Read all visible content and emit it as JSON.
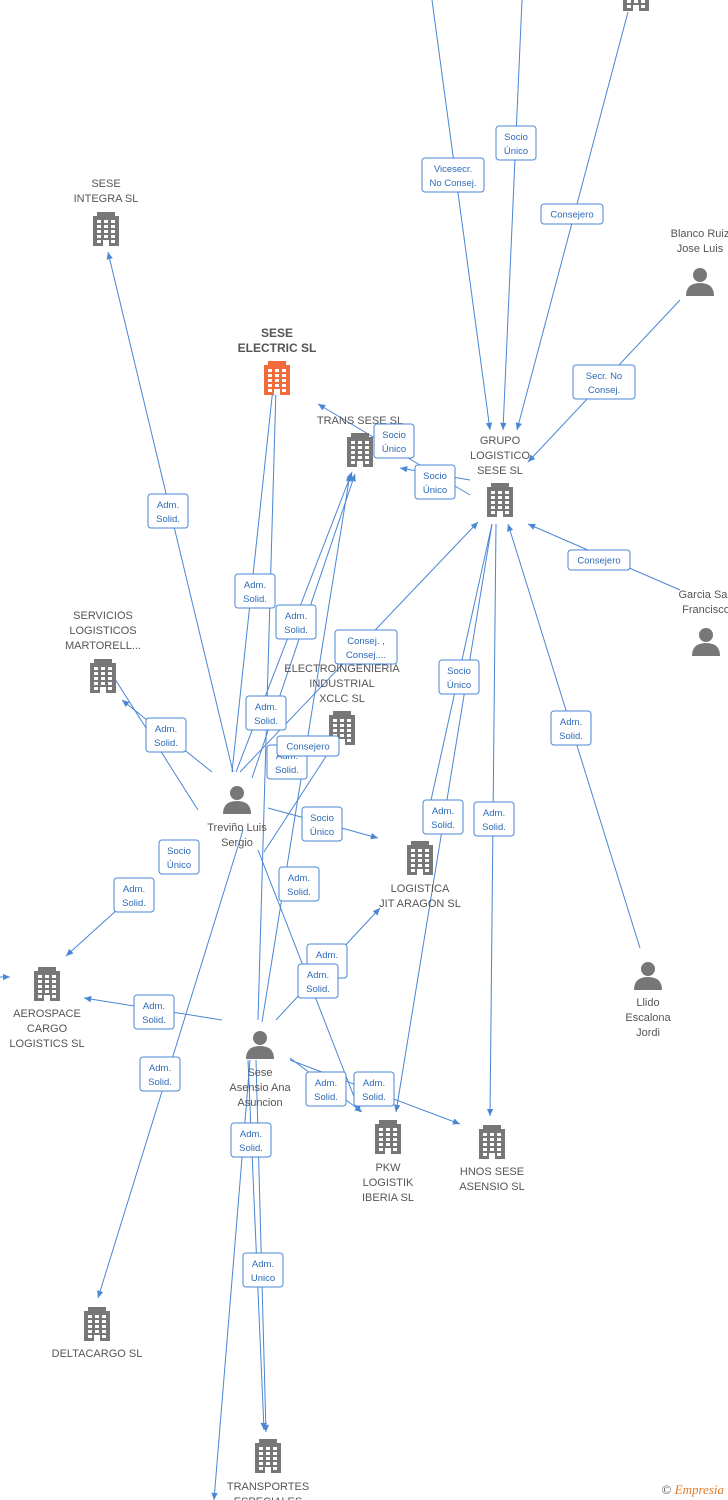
{
  "nodes": [
    {
      "id": "top1",
      "type": "company",
      "label": [],
      "highlight": false
    },
    {
      "id": "sese_integra",
      "type": "company",
      "label": [
        "SESE",
        "INTEGRA SL"
      ],
      "highlight": false
    },
    {
      "id": "sese_electric",
      "type": "company",
      "label": [
        "SESE",
        "ELECTRIC  SL"
      ],
      "highlight": true
    },
    {
      "id": "trans_sese",
      "type": "company",
      "label": [
        "TRANS SESE SL"
      ],
      "highlight": false
    },
    {
      "id": "grupo",
      "type": "company",
      "label": [
        "GRUPO",
        "LOGISTICO",
        "SESE SL"
      ],
      "highlight": false
    },
    {
      "id": "blanco",
      "type": "person",
      "label": [
        "Blanco Ruiz",
        "Jose Luis"
      ],
      "highlight": false
    },
    {
      "id": "garcia",
      "type": "person",
      "label": [
        "Garcia San",
        "Francisco"
      ],
      "highlight": false
    },
    {
      "id": "servicios",
      "type": "company",
      "label": [
        "SERVICIOS",
        "LOGISTICOS",
        "MARTORELL..."
      ],
      "highlight": false
    },
    {
      "id": "electro",
      "type": "company",
      "label": [
        "ELECTROINGENIERIA",
        "INDUSTRIAL",
        "XCLC SL"
      ],
      "highlight": false
    },
    {
      "id": "trevino",
      "type": "person",
      "label": [
        "Treviño Luis",
        "Sergio"
      ],
      "highlight": false
    },
    {
      "id": "logistica",
      "type": "company",
      "label": [
        "LOGISTICA",
        "JIT ARAGON SL"
      ],
      "highlight": false
    },
    {
      "id": "aerospace",
      "type": "company",
      "label": [
        "AEROSPACE",
        "CARGO",
        "LOGISTICS SL"
      ],
      "highlight": false
    },
    {
      "id": "llido",
      "type": "person",
      "label": [
        "Llido",
        "Escalona",
        "Jordi"
      ],
      "highlight": false
    },
    {
      "id": "sese_ana",
      "type": "person",
      "label": [
        "Sese",
        "Asensio Ana",
        "Asuncion"
      ],
      "highlight": false
    },
    {
      "id": "pkw",
      "type": "company",
      "label": [
        "PKW",
        "LOGISTIK",
        "IBERIA SL"
      ],
      "highlight": false
    },
    {
      "id": "hnos",
      "type": "company",
      "label": [
        "HNOS SESE",
        "ASENSIO SL"
      ],
      "highlight": false
    },
    {
      "id": "deltacargo",
      "type": "company",
      "label": [
        "DELTACARGO SL"
      ],
      "highlight": false
    },
    {
      "id": "transportes",
      "type": "company",
      "label": [
        "TRANSPORTES",
        "ESPECIALES"
      ],
      "highlight": false
    }
  ],
  "edge_labels": [
    {
      "id": "e1",
      "lines": [
        "Vicesecr.",
        "No Consej."
      ]
    },
    {
      "id": "e2",
      "lines": [
        "Socio",
        "Único"
      ]
    },
    {
      "id": "e3",
      "lines": [
        "Consejero"
      ]
    },
    {
      "id": "e4",
      "lines": [
        "Secr.  No",
        "Consej."
      ]
    },
    {
      "id": "e5",
      "lines": [
        "Socio",
        "Único"
      ]
    },
    {
      "id": "e6",
      "lines": [
        "Socio",
        "Único"
      ]
    },
    {
      "id": "e7",
      "lines": [
        "Consejero"
      ]
    },
    {
      "id": "e8",
      "lines": [
        "Adm.",
        "Solid."
      ]
    },
    {
      "id": "e9",
      "lines": [
        "Adm.",
        "Solid."
      ]
    },
    {
      "id": "e10",
      "lines": [
        "Adm.",
        "Solid."
      ]
    },
    {
      "id": "e11",
      "lines": [
        "Consej. ,",
        "Consej...."
      ]
    },
    {
      "id": "e12",
      "lines": [
        "Socio",
        "Único"
      ]
    },
    {
      "id": "e13",
      "lines": [
        "Adm.",
        "Solid."
      ]
    },
    {
      "id": "e14",
      "lines": [
        "Adm.",
        "Solid."
      ]
    },
    {
      "id": "e15",
      "lines": [
        "Adm.",
        "Solid."
      ]
    },
    {
      "id": "e16",
      "lines": [
        "Adm.",
        "Solid."
      ]
    },
    {
      "id": "e17",
      "lines": [
        "Consejero"
      ]
    },
    {
      "id": "e18",
      "lines": [
        "Socio",
        "Único"
      ]
    },
    {
      "id": "e19",
      "lines": [
        "Socio",
        "Único"
      ]
    },
    {
      "id": "e20",
      "lines": [
        "Adm.",
        "Solid."
      ]
    },
    {
      "id": "e21",
      "lines": [
        "Adm.",
        "Solid."
      ]
    },
    {
      "id": "e22",
      "lines": [
        "Adm.",
        "Solid."
      ]
    },
    {
      "id": "e23",
      "lines": [
        "Adm.",
        "Solid."
      ]
    },
    {
      "id": "e24",
      "lines": [
        "Adm.",
        "Solid."
      ]
    },
    {
      "id": "e25",
      "lines": [
        "Adm.",
        "Solid."
      ]
    },
    {
      "id": "e26",
      "lines": [
        "Adm.",
        "Solid."
      ]
    },
    {
      "id": "e27",
      "lines": [
        "Adm.",
        "Solid."
      ]
    },
    {
      "id": "e28",
      "lines": [
        "Adm.",
        "Solid."
      ]
    },
    {
      "id": "e29",
      "lines": [
        "Adm.",
        "Solid."
      ]
    },
    {
      "id": "e30",
      "lines": [
        "Adm.",
        "Solid."
      ]
    },
    {
      "id": "e31",
      "lines": [
        "Adm.",
        "Unico"
      ]
    }
  ],
  "colors": {
    "edge": "#4a86d4",
    "company_icon": "#777777",
    "company_icon_highlight": "#f26b3a",
    "person_icon": "#777777"
  },
  "watermark": {
    "symbol": "©",
    "brand": "Empresia"
  }
}
